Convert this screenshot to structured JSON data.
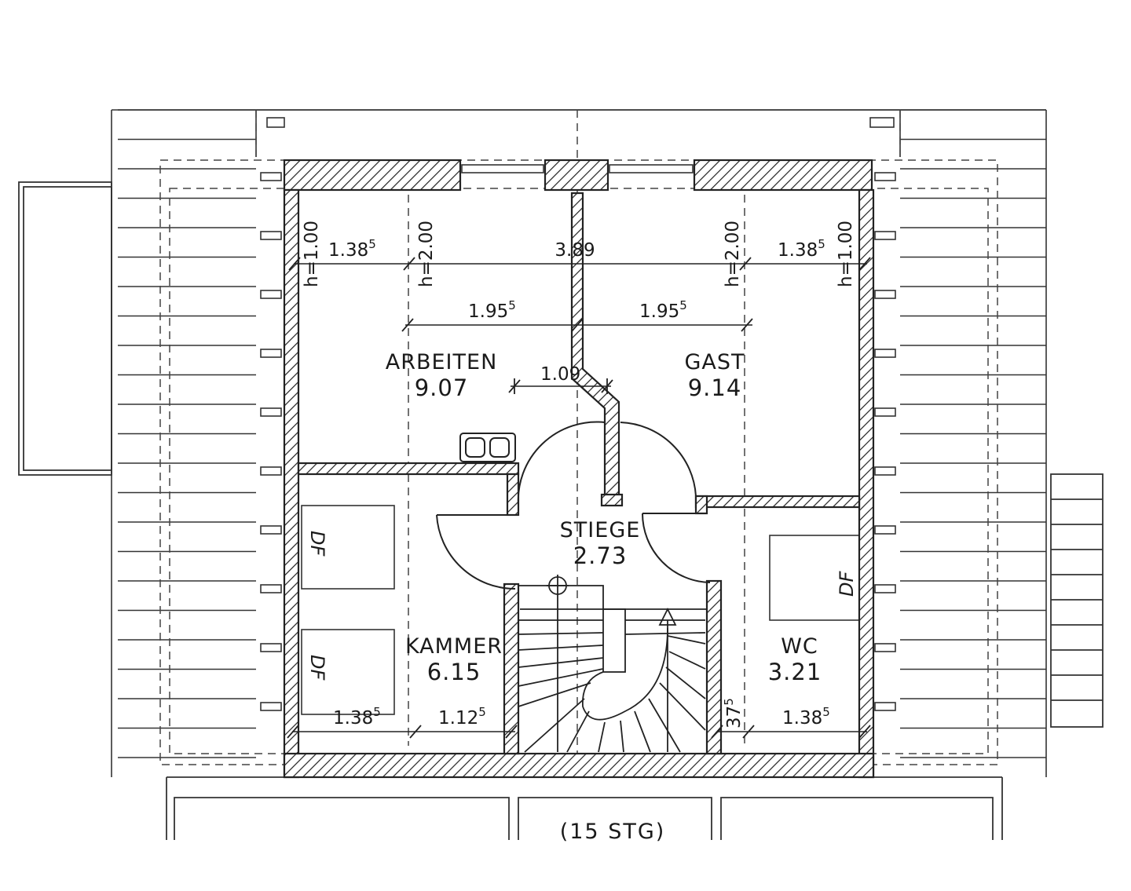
{
  "rooms": {
    "arbeiten": {
      "name": "ARBEITEN",
      "area": "9.07"
    },
    "gast": {
      "name": "GAST",
      "area": "9.14"
    },
    "stiege": {
      "name": "STIEGE",
      "area": "2.73"
    },
    "kammer": {
      "name": "KAMMER",
      "area": "6.15"
    },
    "wc": {
      "name": "WC",
      "area": "3.21"
    }
  },
  "dimensions": {
    "top_left_width": {
      "main": "1.38",
      "sup": "5"
    },
    "top_right_width": {
      "main": "1.38",
      "sup": "5"
    },
    "center_width": "3.89",
    "mid_left": {
      "main": "1.95",
      "sup": "5"
    },
    "mid_right": {
      "main": "1.95",
      "sup": "5"
    },
    "partition_offset": "1.09",
    "bottom_left": {
      "main": "1.38",
      "sup": "5"
    },
    "bottom_mid": {
      "main": "1.12",
      "sup": "5"
    },
    "bottom_wc": {
      "main": "1.38",
      "sup": "5"
    },
    "wc_small": {
      "main": "37",
      "sup": "5"
    }
  },
  "heights": {
    "h_left_outer": "h=1.00",
    "h_left_inner": "h=2.00",
    "h_right_inner": "h=2.00",
    "h_right_outer": "h=1.00"
  },
  "skylights": {
    "label": "DF"
  },
  "stairs": {
    "label": "(15 STG)"
  }
}
